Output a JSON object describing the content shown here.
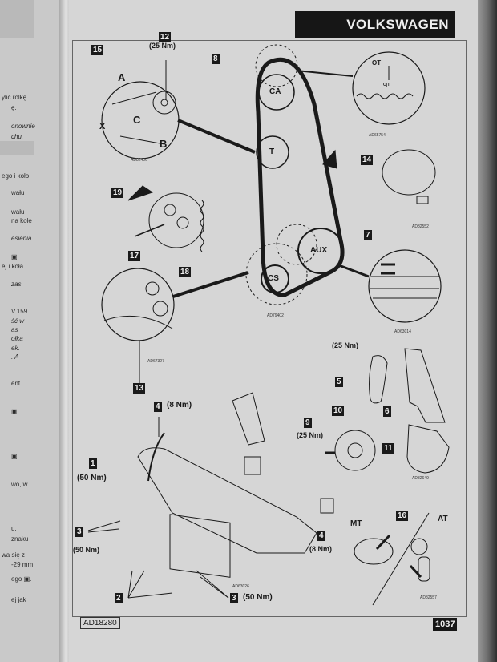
{
  "left_page": {
    "lines": [
      {
        "text": "ylić rolkę",
        "italic": false
      },
      {
        "text": "ę.",
        "italic": false
      },
      {
        "text": "onownie",
        "italic": true
      },
      {
        "text": "chu.",
        "italic": true
      },
      {
        "text": "ego i koło",
        "italic": false
      },
      {
        "text": "wału",
        "italic": false
      },
      {
        "text": "wału",
        "italic": false
      },
      {
        "text": "na kole",
        "italic": false
      },
      {
        "text": "esienia",
        "italic": true
      },
      {
        "text": "▣.",
        "italic": false
      },
      {
        "text": "ej i koła",
        "italic": false
      },
      {
        "text": "zas",
        "italic": true
      },
      {
        "text": "V.159.",
        "italic": false
      },
      {
        "text": "ść w",
        "italic": true
      },
      {
        "text": "as",
        "italic": true
      },
      {
        "text": "ołka",
        "italic": true
      },
      {
        "text": "ek.",
        "italic": true
      },
      {
        "text": ". A",
        "italic": true
      },
      {
        "text": "ent",
        "italic": false
      },
      {
        "text": "▣.",
        "italic": false
      },
      {
        "text": "▣.",
        "italic": false
      },
      {
        "text": "wo, w",
        "italic": false
      },
      {
        "text": "u.",
        "italic": false
      },
      {
        "text": "znaku",
        "italic": false
      },
      {
        "text": "wa się z",
        "italic": false
      },
      {
        "text": "-29 mm",
        "italic": false
      },
      {
        "text": "ego ▣.",
        "italic": false
      },
      {
        "text": "ej jak",
        "italic": false
      }
    ]
  },
  "header": {
    "brand": "VOLKSWAGEN"
  },
  "footer": {
    "page_number": "1037",
    "figure_ref": "AD18280"
  },
  "callouts": {
    "n15": "15",
    "n12": "12",
    "n12_torque": "(25 Nm)",
    "n8": "8",
    "n19": "19",
    "n17": "17",
    "n18": "18",
    "n13": "13",
    "n14": "14",
    "n7": "7",
    "n5": "5",
    "n5_torque": "(25 Nm)",
    "n6": "6",
    "n9": "9",
    "n9_torque": "(25 Nm)",
    "n10": "10",
    "n11": "11",
    "n4a": "4",
    "n4a_torque": "(8 Nm)",
    "n1": "1",
    "n1_torque": "(50 Nm)",
    "n3a": "3",
    "n3a_torque": "(50 Nm)",
    "n2": "2",
    "n3b": "3",
    "n3b_torque": "(50 Nm)",
    "n4b": "4",
    "n4b_torque": "(8 Nm)",
    "n16": "16"
  },
  "letters": {
    "A": "A",
    "B": "B",
    "C": "C",
    "X": "X",
    "OT": "OT",
    "OT_mark": "O|T",
    "MT": "MT",
    "AT": "AT"
  },
  "pulleys": {
    "CA": "CA",
    "T": "T",
    "CS": "CS",
    "AUX": "AUX"
  },
  "codes": [
    "AD82406",
    "AD65754",
    "AD82552",
    "AD67327",
    "AD79402",
    "AD63014",
    "AD82649",
    "AD63026",
    "AD82557"
  ]
}
